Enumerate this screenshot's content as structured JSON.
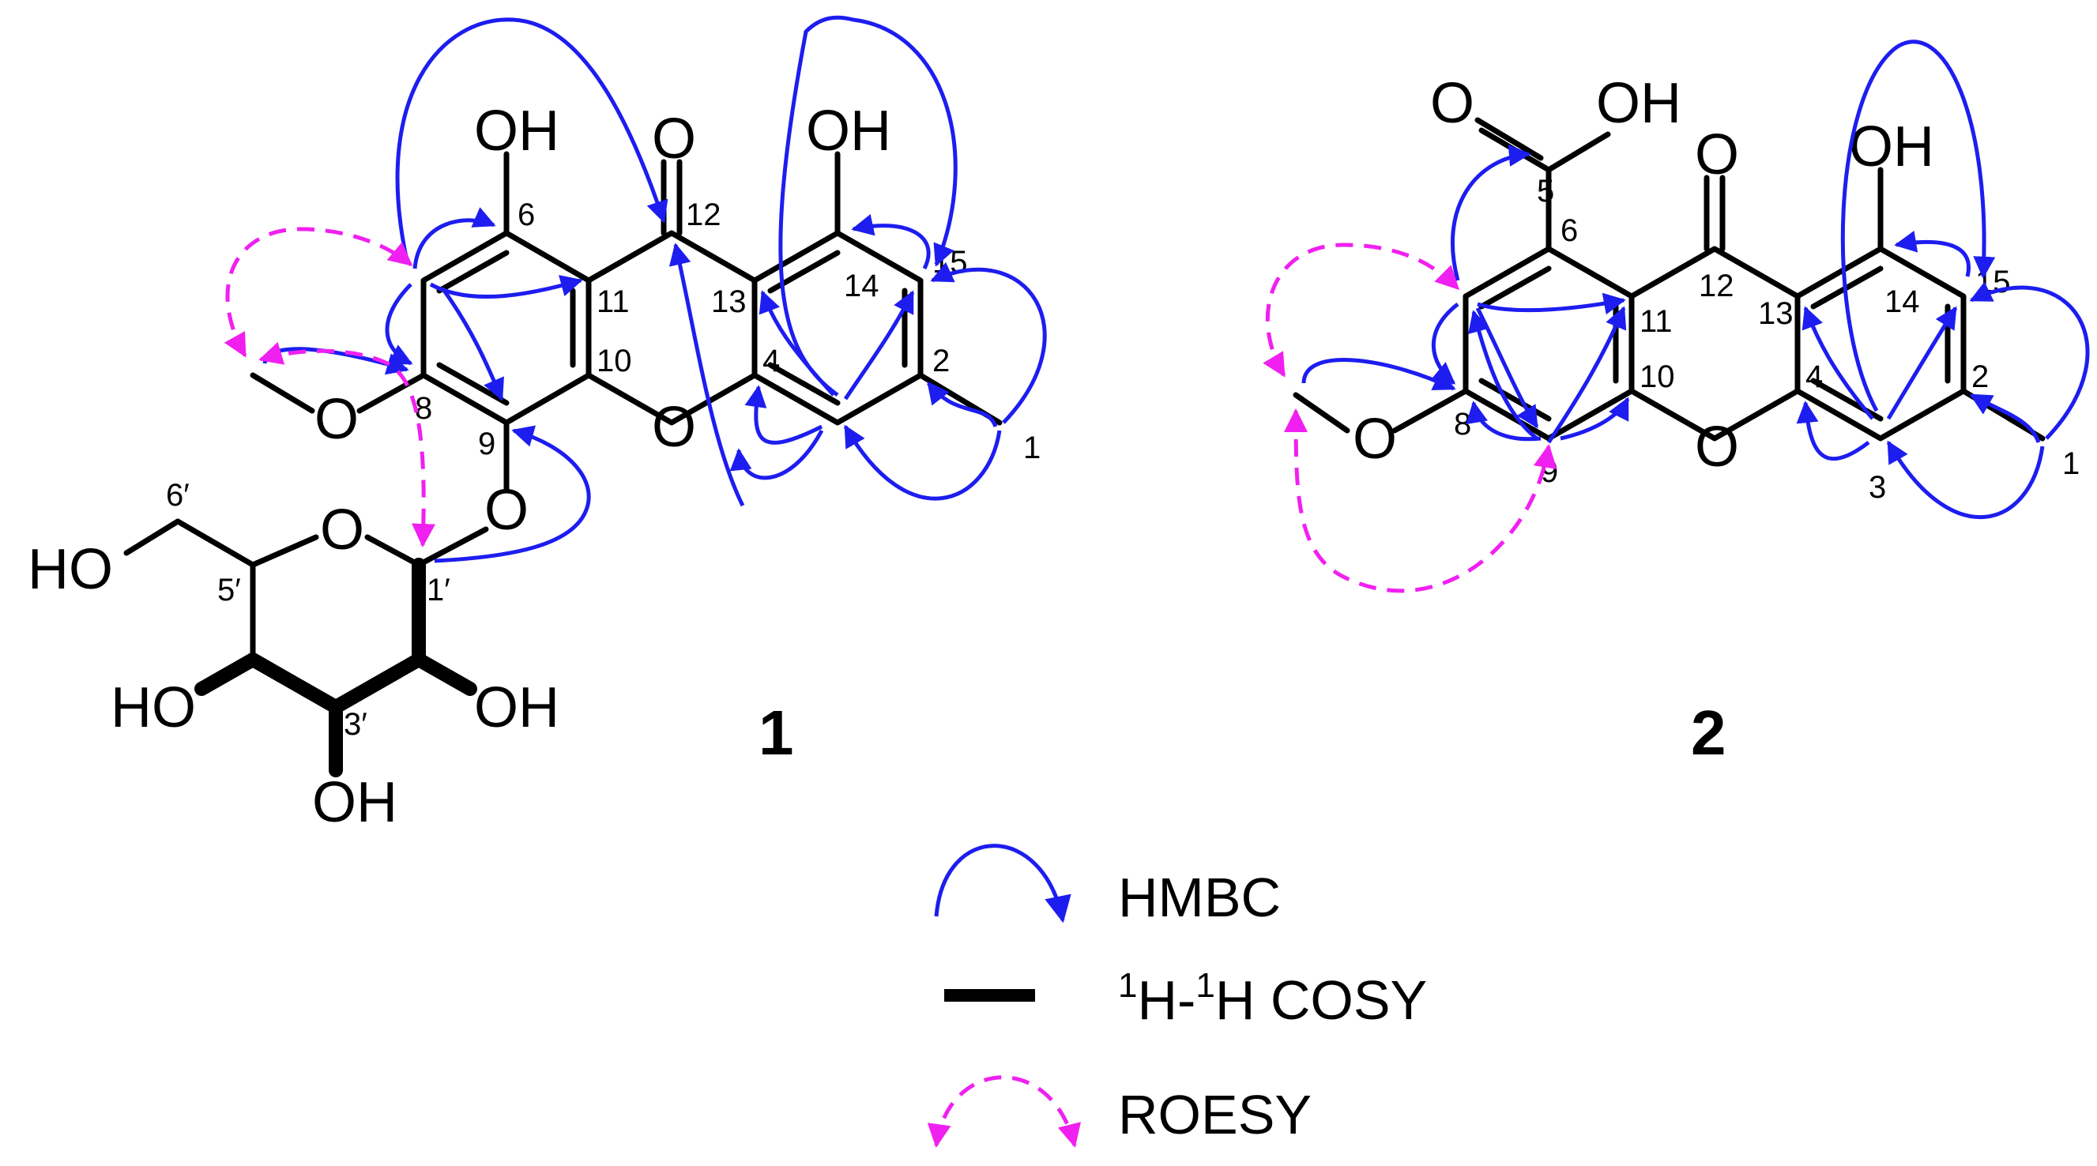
{
  "compounds": [
    {
      "id": "compound-1",
      "label": "1",
      "atoms": {
        "oh6": "OH",
        "oh14": "OH",
        "o12": "O",
        "oring": "O",
        "ome": "O",
        "oglc": "O",
        "opyr": "O",
        "ho6p": "HO",
        "oh2p": "OH",
        "oh3p": "OH",
        "oh4p": "HO"
      },
      "numbers": {
        "n6": "6",
        "n12": "12",
        "n14": "14",
        "n15": "15",
        "n13": "13",
        "n11": "11",
        "n10": "10",
        "n4": "4",
        "n2": "2",
        "n1": "1",
        "n8": "8",
        "n9": "9",
        "n6p": "6′",
        "n5p": "5′",
        "n1p": "1′",
        "n3p": "3′"
      }
    },
    {
      "id": "compound-2",
      "label": "2",
      "atoms": {
        "o5": "O",
        "oh5": "OH",
        "o12": "O",
        "oh14": "OH",
        "oring": "O",
        "ome": "O"
      },
      "numbers": {
        "n5": "5",
        "n6": "6",
        "n12": "12",
        "n14": "14",
        "n15": "15",
        "n13": "13",
        "n11": "11",
        "n10": "10",
        "n4": "4",
        "n2": "2",
        "n1": "1",
        "n8": "8",
        "n9": "9",
        "n3": "3"
      }
    }
  ],
  "legend": {
    "hmbc": "HMBC",
    "cosy_sup1": "1",
    "cosy_h1": "H-",
    "cosy_sup2": "1",
    "cosy_h2": "H COSY",
    "roesy": "ROESY"
  },
  "colors": {
    "hmbc": "#1d1df0",
    "roesy": "#f020f0",
    "bond": "#000000"
  }
}
